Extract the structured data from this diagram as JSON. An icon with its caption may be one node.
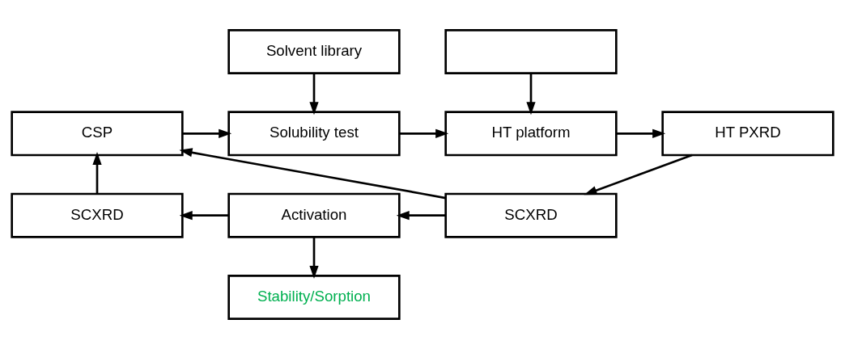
{
  "diagram": {
    "nodes": [
      {
        "text": [
          "Solvent library"
        ]
      },
      {
        "text": [],
        "shape": "box"
      },
      {
        "text": [
          "CSP"
        ]
      },
      {
        "text": [
          "Solubility test"
        ]
      },
      {
        "text": [
          "HT platform"
        ]
      },
      {
        "text": [
          "HT PXRD"
        ]
      },
      {
        "text": [
          "SCXRD"
        ]
      },
      {
        "text": [
          "Activation"
        ]
      },
      {
        "text": [
          "SCXRD"
        ]
      },
      {
        "text": [
          "Stability/Sorption"
        ]
      }
    ],
    "edges": [
      {
        "from": 0,
        "to": 3,
        "arrow": "to"
      },
      {
        "from": 1,
        "to": 4,
        "arrow": "to"
      },
      {
        "from": 2,
        "to": 3,
        "arrow": "to"
      },
      {
        "from": 3,
        "to": 4,
        "arrow": "to"
      },
      {
        "from": 4,
        "to": 5,
        "arrow": "to"
      },
      {
        "from": 5,
        "to": 8,
        "arrow": "to"
      },
      {
        "from": 8,
        "to": 7,
        "arrow": "to"
      },
      {
        "from": 7,
        "to": 6,
        "arrow": "to"
      },
      {
        "from": 6,
        "to": 2,
        "arrow": "to"
      },
      {
        "from": 7,
        "to": 9,
        "arrow": "to"
      },
      {
        "from": 8,
        "to": 2,
        "arrow": "to"
      }
    ]
  }
}
